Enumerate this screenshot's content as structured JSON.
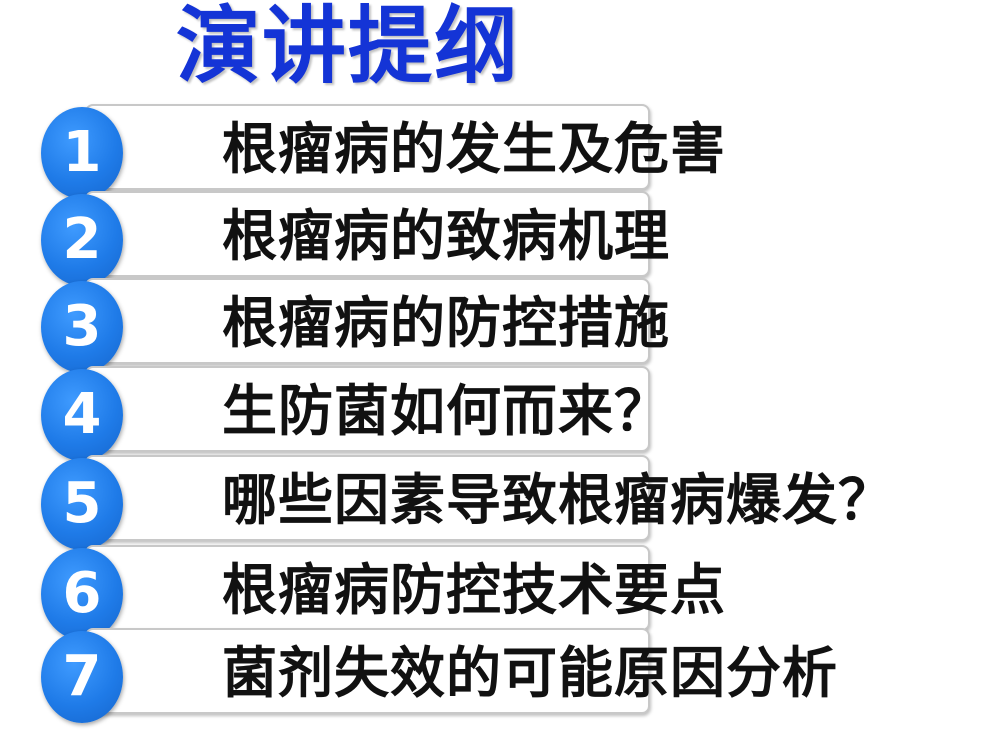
{
  "title": "演讲提纲",
  "items": [
    {
      "number": "1",
      "label": "根瘤病的发生及危害"
    },
    {
      "number": "2",
      "label": "根瘤病的致病机理"
    },
    {
      "number": "3",
      "label": "根瘤病的防控措施"
    },
    {
      "number": "4",
      "label": "生防菌如何而来？"
    },
    {
      "number": "5",
      "label": "哪些因素导致根瘤病爆发？"
    },
    {
      "number": "6",
      "label": "根瘤病防控技术要点"
    },
    {
      "number": "7",
      "label": "菌剂失效的可能原因分析"
    }
  ],
  "colors": {
    "title": "#1434d6",
    "badge": "#1f7be8",
    "text": "#111111"
  }
}
